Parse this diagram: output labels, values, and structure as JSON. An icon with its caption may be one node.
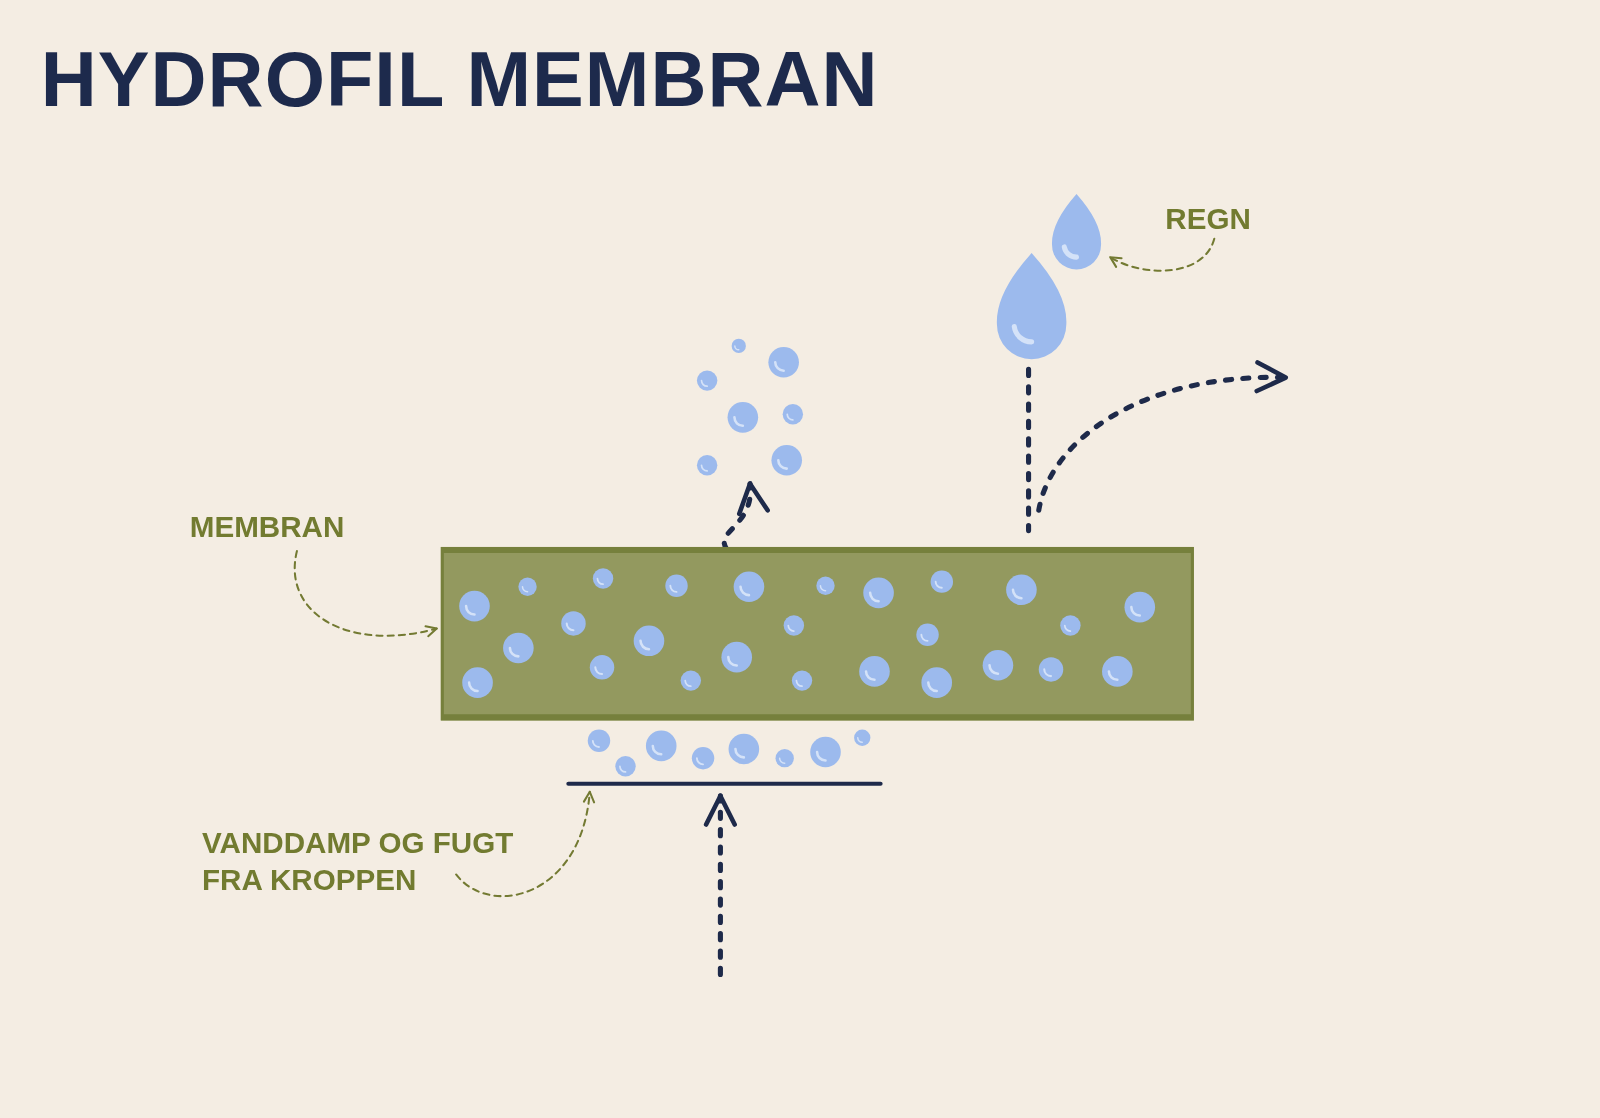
{
  "diagram": {
    "title": "HYDROFIL MEMBRAN",
    "nodes": [
      {
        "text": [
          "MEMBRAN"
        ]
      },
      {
        "text": [],
        "shape": "bar"
      },
      {
        "text": [
          "VANDDAMP OG FUGT FRA KROPPEN"
        ]
      },
      {
        "text": [],
        "shape": "picture"
      },
      {
        "text": [
          "REGN"
        ]
      },
      {
        "text": [],
        "shape": "picture"
      },
      {
        "text": [],
        "shape": "picture"
      }
    ],
    "edges": [
      {
        "from": 0,
        "to": 1,
        "arrow": "to",
        "style": "dashed",
        "color": "#737a32"
      },
      {
        "from": 2,
        "to": 3,
        "arrow": "to",
        "style": "dashed",
        "color": "#737a32"
      },
      {
        "from": 4,
        "to": 5,
        "arrow": "to",
        "style": "dashed",
        "color": "#737a32"
      },
      {
        "from": null,
        "to": 3,
        "arrow": "to",
        "style": "dashed"
      },
      {
        "from": 1,
        "to": 6,
        "arrow": "to",
        "style": "dashed"
      },
      {
        "from": 5,
        "to": 1,
        "arrow": "none",
        "style": "dashed"
      },
      {
        "from": 1,
        "to": null,
        "arrow": "to",
        "style": "dashed"
      }
    ]
  }
}
